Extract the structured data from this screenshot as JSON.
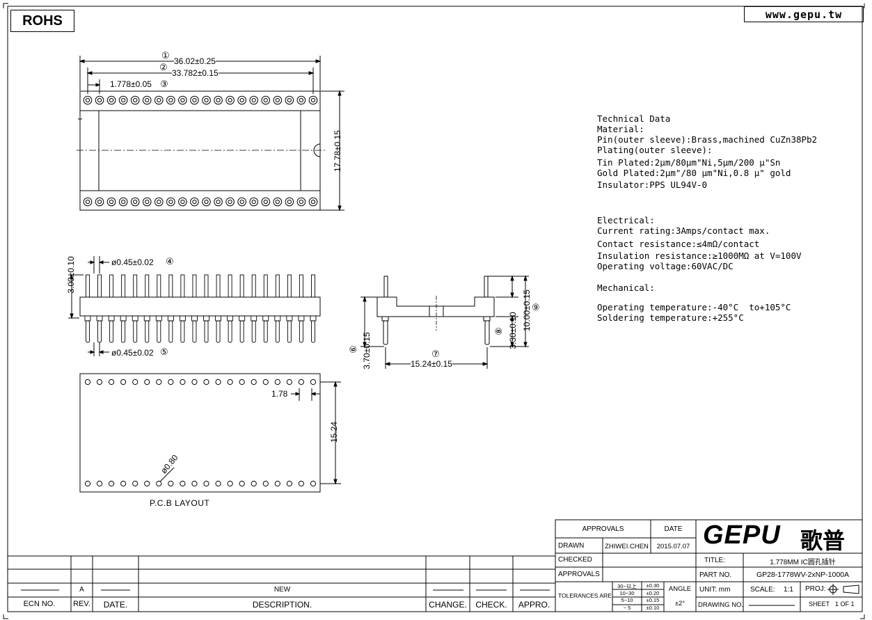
{
  "header": {
    "rohs": "ROHS",
    "website": "www.gepu.tw"
  },
  "dimensions": {
    "d1_marker": "①",
    "d1": "36.02±0.25",
    "d2_marker": "②",
    "d2": "33.782±0.15",
    "d3": "1.778±0.05",
    "d3_marker": "③",
    "d_height": "17.78±0.15",
    "d4": "ø0.45±0.02",
    "d4_marker": "④",
    "d5": "ø0.45±0.02",
    "d5_marker": "⑤",
    "d_left_height": "3.00±0.10",
    "d6_marker": "⑥",
    "d6": "3.70±0.15",
    "d7_marker": "⑦",
    "d7": "15.24±0.15",
    "d8_marker": "⑧",
    "d8": "3.30±0.10",
    "d9_marker": "⑨",
    "d9": "10.00±0.15",
    "pcb_pitch": "1.78",
    "pcb_row_spacing": "15.24",
    "pcb_hole": "ø0.80",
    "pcb_caption": "P.C.B LAYOUT"
  },
  "technical_data": {
    "lines": [
      "Technical Data",
      "Material:",
      "Pin(outer sleeve):Brass,machined CuZn38Pb2",
      "Plating(outer sleeve):",
      "Tin Plated:2μm/80μm\"Ni,5μm/200 μ\"Sn",
      "Gold Plated:2μm\"/80 μm\"Ni,0.8 μ\" gold",
      "Insulator:PPS UL94V-0"
    ],
    "electrical": [
      "Electrical:",
      "Current rating:3Amps/contact max.",
      "Contact resistance:≤4mΩ/contact",
      "Insulation resistance:≥1000MΩ at V=100V",
      "Operating voltage:60VAC/DC"
    ],
    "mechanical": [
      "Mechanical:",
      "",
      "Operating temperature:-40°C  to+105°C",
      "Soldering temperature:+255°C"
    ]
  },
  "revision_block": {
    "headers": [
      "ECN NO.",
      "REV.",
      "DATE.",
      "DESCRIPTION.",
      "CHANGE.",
      "CHECK.",
      "APPRO."
    ],
    "rev": "A",
    "description": "NEW"
  },
  "title_block": {
    "approvals_header": "APPROVALS",
    "date_header": "DATE",
    "drawn_label": "DRAWN",
    "drawn_by": "ZHIWEI.CHEN",
    "drawn_date": "2015.07.07",
    "checked_label": "CHECKED",
    "approvals_label": "APPROVALS",
    "tolerances_label": "TOLERANCES ARE",
    "tol_ranges": [
      "30~以上",
      "10~30",
      "5~10",
      "~ 5"
    ],
    "tol_values": [
      "±0.30",
      "±0.20",
      "±0.15",
      "±0.10"
    ],
    "angle_label": "ANGLE",
    "angle_value": "±2°",
    "logo": "GEPU",
    "logo_cn": "歌普",
    "title_label": "TITLE:",
    "title_value": "1.778MM IC圆孔插针",
    "part_label": "PART NO.",
    "part_value": "GP28-1778WV-2xNP-1000A",
    "unit_label": "UNIT: mm",
    "scale_label": "SCALE:",
    "scale_value": "1:1",
    "proj_label": "PROJ:",
    "drawing_no_label": "DRAWING NO.",
    "sheet_label": "SHEET",
    "sheet_value": "1 OF 1"
  }
}
